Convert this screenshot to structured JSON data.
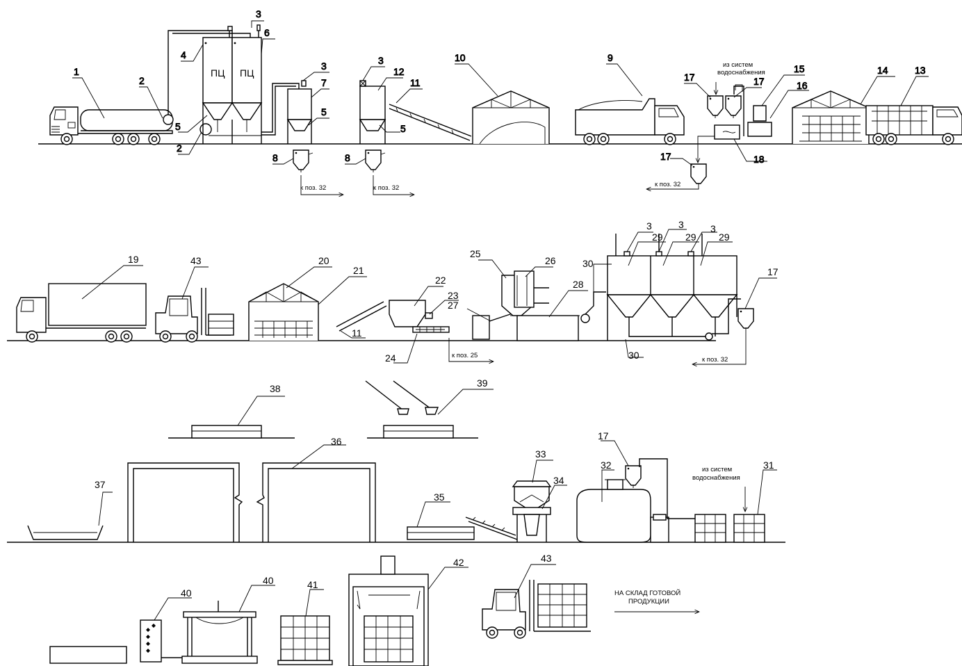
{
  "diagram": {
    "silo_label": "ПЦ",
    "numbers": {
      "n1": "1",
      "n2": "2",
      "n3": "3",
      "n4": "4",
      "n5": "5",
      "n6": "6",
      "n7": "7",
      "n8": "8",
      "n9": "9",
      "n10": "10",
      "n11": "11",
      "n12": "12",
      "n13": "13",
      "n14": "14",
      "n15": "15",
      "n16": "16",
      "n17": "17",
      "n18": "18",
      "n19": "19",
      "n20": "20",
      "n21": "21",
      "n22": "22",
      "n23": "23",
      "n24": "24",
      "n25": "25",
      "n26": "26",
      "n27": "27",
      "n28": "28",
      "n29": "29",
      "n30": "30",
      "n31": "31",
      "n32": "32",
      "n33": "33",
      "n34": "34",
      "n35": "35",
      "n36": "36",
      "n37": "37",
      "n38": "38",
      "n39": "39",
      "n40": "40",
      "n41": "41",
      "n42": "42",
      "n43": "43"
    },
    "notes": {
      "to_pos_32": "к поз. 32",
      "to_pos_32_alt": "к поз. 32",
      "to_pos_25": "к поз. 25",
      "water_supply_line1": "из систем",
      "water_supply_line2": "водоснабжения",
      "finished_goods_line1": "НА СКЛАД ГОТОВОЙ",
      "finished_goods_line2": "ПРОДУКЦИИ"
    }
  }
}
